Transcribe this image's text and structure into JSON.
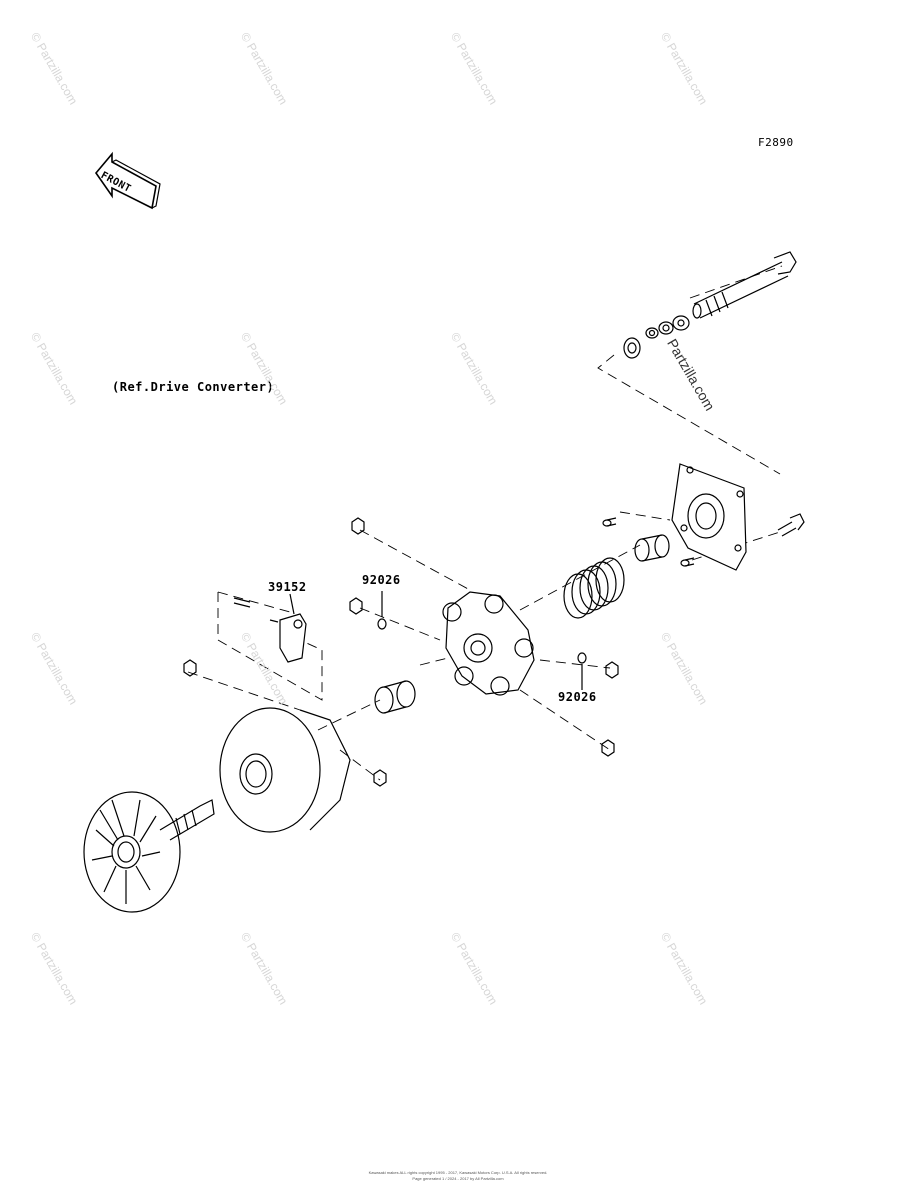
{
  "figure_code": "F2890",
  "front_label": "FRONT",
  "reference_note": "(Ref.Drive Converter)",
  "part_labels": {
    "p39152": "39152",
    "p92026_top": "92026",
    "p92026_right": "92026"
  },
  "watermark": {
    "text": "© Partzilla.com",
    "center_text": "Partzilla.com"
  },
  "footer": {
    "line1": "Kawasaki makes ALL rights copyright 1995 - 2017, Kawasaki Motors Corp. U.S.A. All rights reserved.",
    "line2": "Page generated 1 / 2024 - 2017 by All Partzilla.com"
  }
}
